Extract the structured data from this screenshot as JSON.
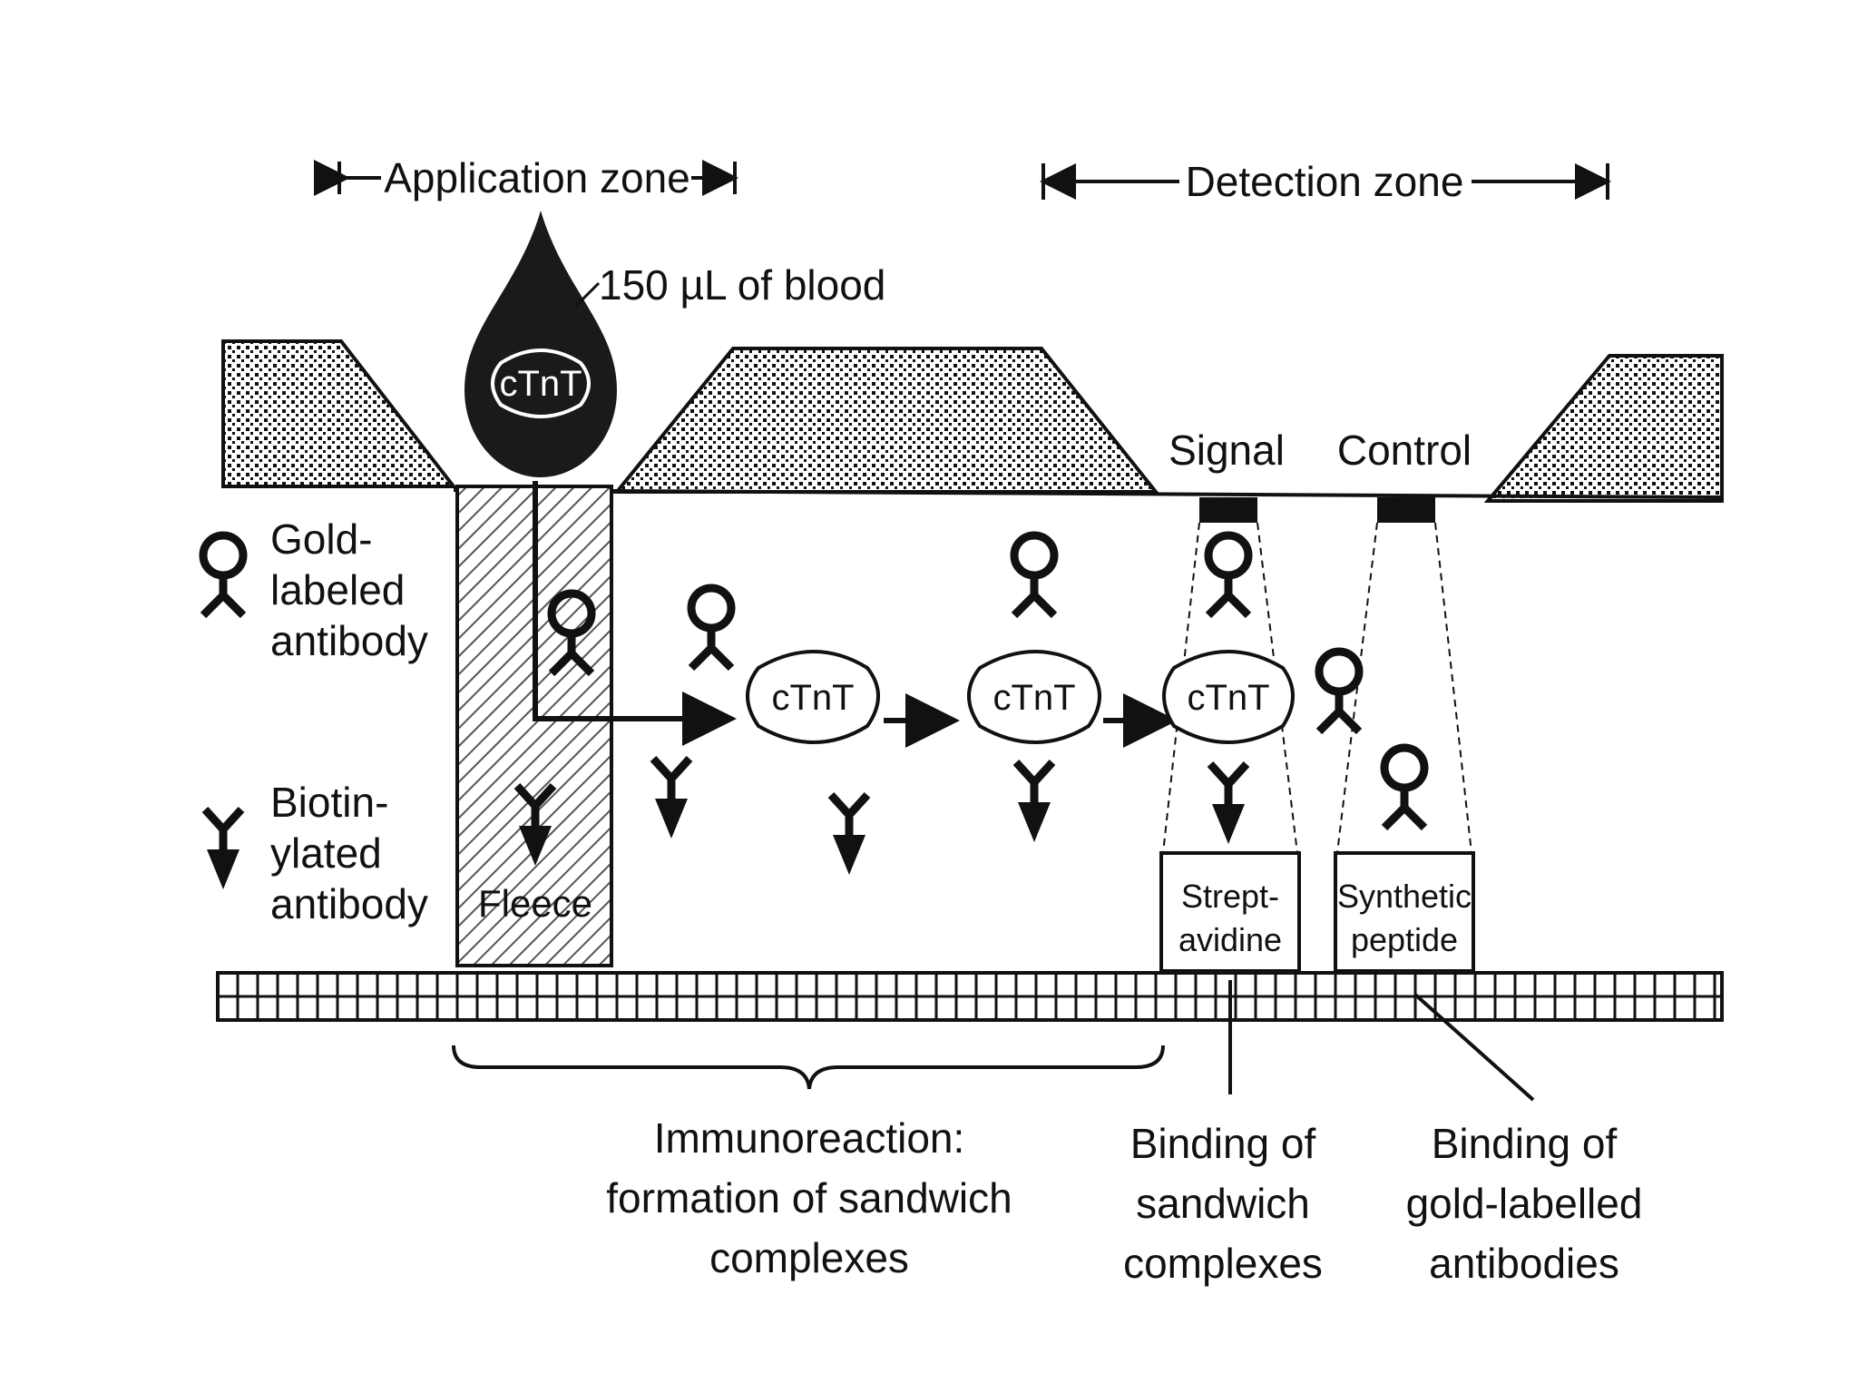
{
  "zones": {
    "application": "Application zone",
    "detection": "Detection zone"
  },
  "sample": {
    "drop_label": "cTnT",
    "volume_label": "150 µL of blood"
  },
  "lines": {
    "signal": "Signal",
    "control": "Control"
  },
  "legend": {
    "gold_antibody": [
      "Gold-",
      "labeled",
      "antibody"
    ],
    "biotin_antibody": [
      "Biotin-",
      "ylated",
      "antibody"
    ]
  },
  "fleece_label": "Fleece",
  "complex_label": "cTnT",
  "boxes": {
    "streptavidine": [
      "Strept-",
      "avidine"
    ],
    "synthetic_peptide": [
      "Synthetic",
      "peptide"
    ]
  },
  "captions": {
    "immunoreaction": [
      "Immunoreaction:",
      "formation of sandwich",
      "complexes"
    ],
    "binding_sandwich": [
      "Binding of",
      "sandwich",
      "complexes"
    ],
    "binding_gold": [
      "Binding of",
      "gold-labelled",
      "antibodies"
    ]
  },
  "colors": {
    "ink": "#111111",
    "drop": "#1a1a1a",
    "background": "#ffffff"
  }
}
